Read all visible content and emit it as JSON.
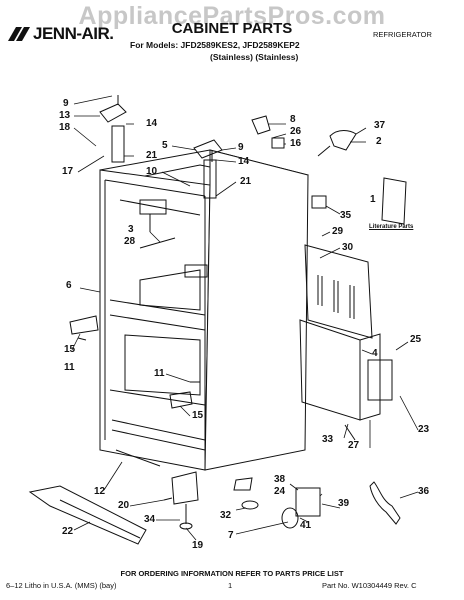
{
  "watermark": "AppliancePartsPros.com",
  "brand": "JENN-AIR.",
  "title": "CABINET PARTS",
  "models_line": "For Models: JFD2589KES2, JFD2589KEP2",
  "models_sub": "(Stainless)     (Stainless)",
  "category": "REFRIGERATOR",
  "literature_label": "Literature Parts",
  "footer_note": "FOR ORDERING INFORMATION REFER TO PARTS PRICE LIST",
  "footer_left": "6–12 Litho in U.S.A. (MMS) (bay)",
  "footer_page": "1",
  "footer_right": "Part No. W10304449 Rev. C",
  "callouts": {
    "c9a": "9",
    "c13": "13",
    "c18": "18",
    "c14a": "14",
    "c21a": "21",
    "c17": "17",
    "c5": "5",
    "c9b": "9",
    "c10": "10",
    "c14b": "14",
    "c21b": "21",
    "c8": "8",
    "c26": "26",
    "c16": "16",
    "c37": "37",
    "c2": "2",
    "c1": "1",
    "c35": "35",
    "c3": "3",
    "c28": "28",
    "c29": "29",
    "c30": "30",
    "c6": "6",
    "c15a": "15",
    "c11a": "11",
    "c25": "25",
    "c4": "4",
    "c11b": "11",
    "c15b": "15",
    "c33": "33",
    "c27": "27",
    "c23": "23",
    "c12": "12",
    "c20": "20",
    "c34": "34",
    "c22": "22",
    "c19": "19",
    "c32": "32",
    "c7": "7",
    "c38": "38",
    "c24": "24",
    "c39": "39",
    "c41": "41",
    "c36": "36"
  }
}
